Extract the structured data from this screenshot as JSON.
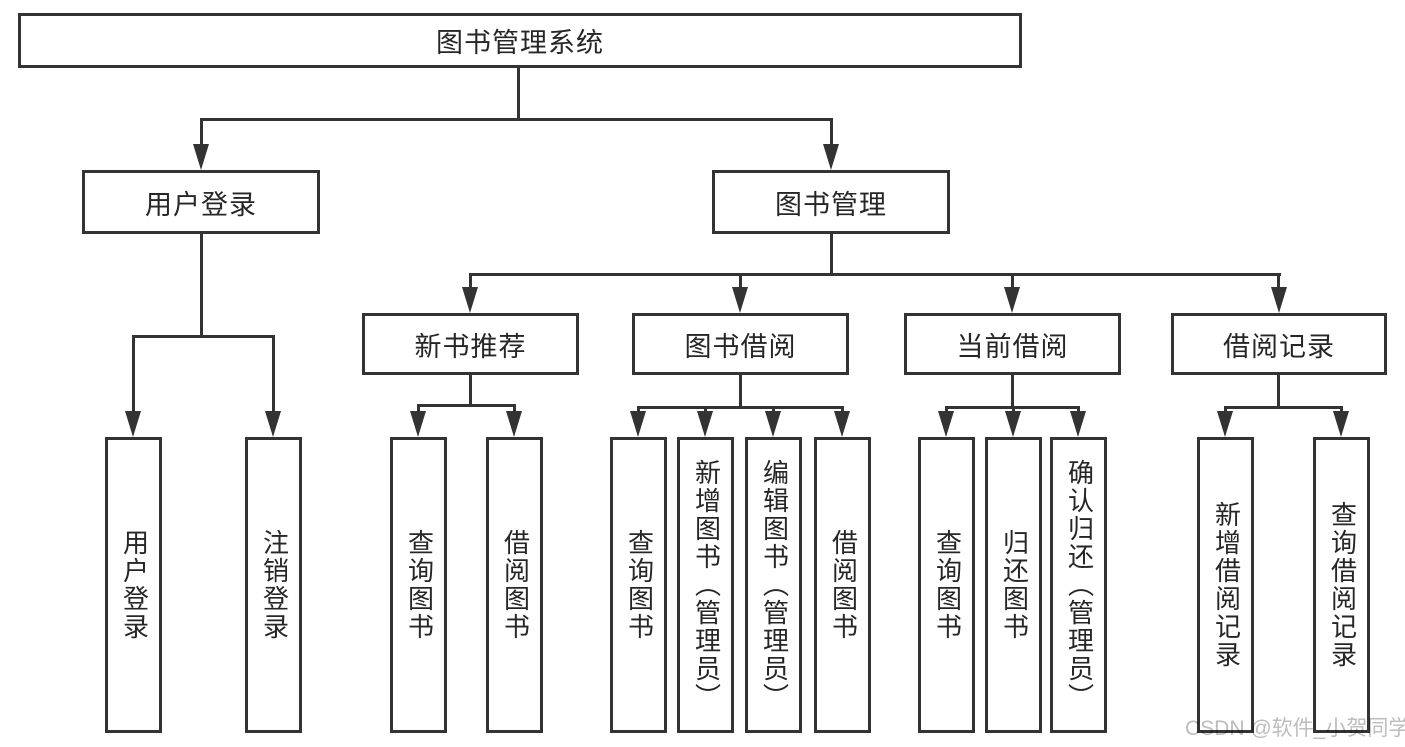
{
  "colors": {
    "line": "#333333",
    "text": "#262626",
    "watermark": "#bdbdbd",
    "background": "#ffffff"
  },
  "diagram": {
    "root": {
      "label": "图书管理系统"
    },
    "branches": [
      {
        "label": "用户登录",
        "children": [
          {
            "label": "用户登录"
          },
          {
            "label": "注销登录"
          }
        ]
      },
      {
        "label": "图书管理",
        "children": [
          {
            "label": "新书推荐",
            "children": [
              {
                "label": "查询图书"
              },
              {
                "label": "借阅图书"
              }
            ]
          },
          {
            "label": "图书借阅",
            "children": [
              {
                "label": "查询图书"
              },
              {
                "label": "新增图书（管理员）"
              },
              {
                "label": "编辑图书（管理员）"
              },
              {
                "label": "借阅图书"
              }
            ]
          },
          {
            "label": "当前借阅",
            "children": [
              {
                "label": "查询图书"
              },
              {
                "label": "归还图书"
              },
              {
                "label": "确认归还（管理员）"
              }
            ]
          },
          {
            "label": "借阅记录",
            "children": [
              {
                "label": "新增借阅记录"
              },
              {
                "label": "查询借阅记录"
              }
            ]
          }
        ]
      }
    ]
  },
  "watermark": {
    "text": "CSDN @软件_小贺同学"
  }
}
